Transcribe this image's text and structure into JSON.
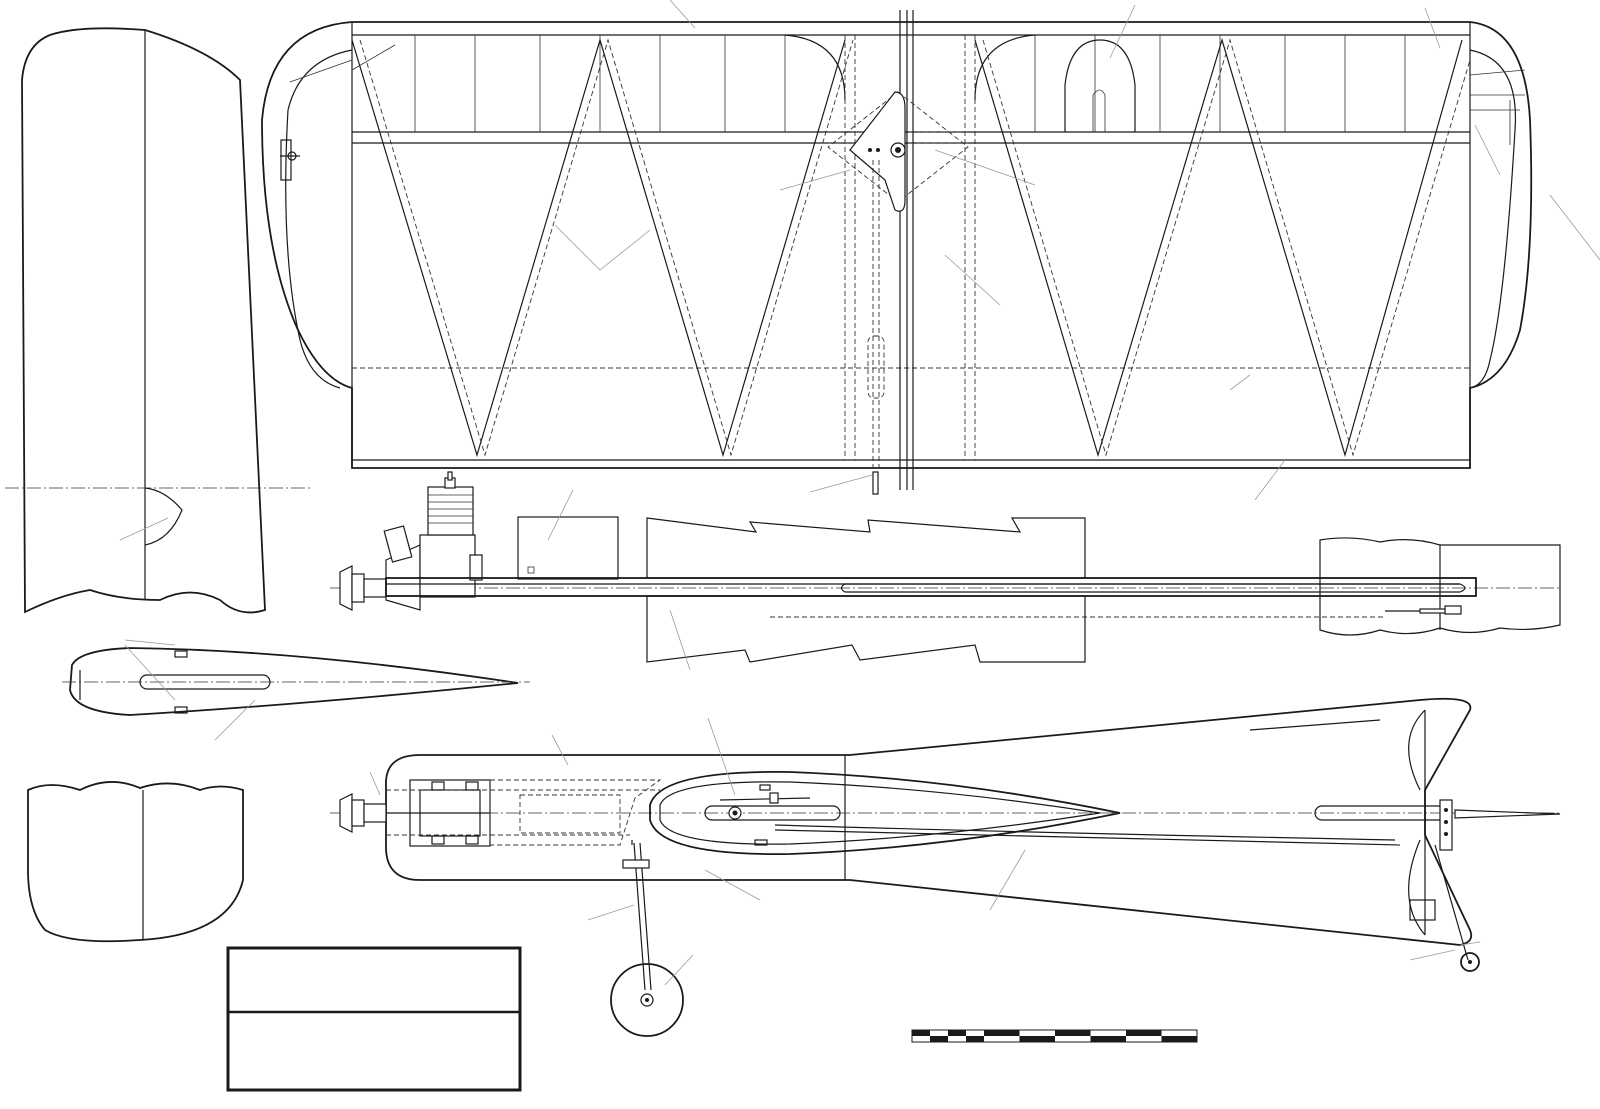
{
  "drawing": {
    "background": "#ffffff",
    "line_color": "#1a1a1a",
    "views": [
      "wing-plan-view",
      "fin-rudder-view",
      "fuselage-side-view",
      "wing-rib-section-view",
      "fuselage-top-view",
      "tailplane-view"
    ],
    "title_block": {
      "top_text": "",
      "bottom_text": ""
    },
    "scale_bar": {
      "segments": 8
    }
  }
}
